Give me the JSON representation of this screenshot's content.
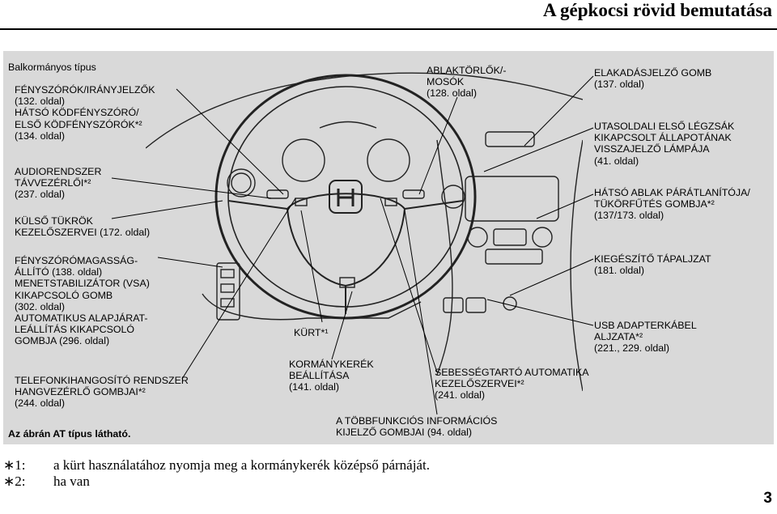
{
  "header": {
    "title": "A gépkocsi rövid bemutatása"
  },
  "labels": {
    "balkormanyos": "Balkormányos típus",
    "fenyszorok": "FÉNYSZÓRÓK/IRÁNYJELZŐK\n(132. oldal)\nHÁTSÓ KÖDFÉNYSZÓRÓ/\nELSŐ KÖDFÉNYSZÓRÓK*²\n(134. oldal)",
    "audio": "AUDIORENDSZER\nTÁVVEZÉRLŐI*²\n(237. oldal)",
    "tukrok": "KÜLSŐ TÜKRÖK\nKEZELŐSZERVEI (172. oldal)",
    "fenymagassag": "FÉNYSZÓRÓMAGASSÁG-\nÁLLÍTÓ (138. oldal)\nMENETSTABILIZÁTOR (VSA)\nKIKAPCSOLÓ GOMB\n(302. oldal)\nAUTOMATIKUS ALAPJÁRAT-\nLEÁLLÍTÁS KIKAPCSOLÓ\nGOMBJA (296. oldal)",
    "telefon": "TELEFONKIHANGOSÍTÓ RENDSZER\nHANGVEZÉRLŐ GOMBJAI*²\n(244. oldal)",
    "at_tipus": "Az ábrán AT típus látható.",
    "ablaktorlo": "ABLAKTÖRLŐK/-\nMOSÓK\n(128. oldal)",
    "kurt": "KÜRT*¹",
    "kormanykerek": "KORMÁNYKERÉK\nBEÁLLÍTÁSA\n(141. oldal)",
    "tobbfunkcios": "A TÖBBFUNKCIÓS INFORMÁCIÓS\nKIJELZŐ GOMBJAI (94. oldal)",
    "sebessegtarto": "SEBESSÉGTARTÓ AUTOMATIKA\nKEZELŐSZERVEI*²\n(241. oldal)",
    "elakadasjelzo": "ELAKADÁSJELZŐ GOMB\n(137. oldal)",
    "utasoldali": "UTASOLDALI ELSŐ LÉGZSÁK\nKIKAPCSOLT ÁLLAPOTÁNAK\nVISSZAJELZŐ LÁMPÁJA\n(41. oldal)",
    "hatso_ablak": "HÁTSÓ ABLAK PÁRÁTLANÍTÓJA/\nTÜKÖRFŰTÉS GOMBJA*²\n(137/173. oldal)",
    "kiegeszito": "KIEGÉSZÍTŐ TÁPALJZAT\n(181. oldal)",
    "usb": "USB ADAPTERKÁBEL\nALJZATA*²\n(221., 229. oldal)"
  },
  "footnotes": [
    {
      "mark": "∗1:",
      "text": "a kürt használatához nyomja meg a kormánykerék középső párnáját."
    },
    {
      "mark": "∗2:",
      "text": "ha van"
    }
  ],
  "page_number": "3"
}
